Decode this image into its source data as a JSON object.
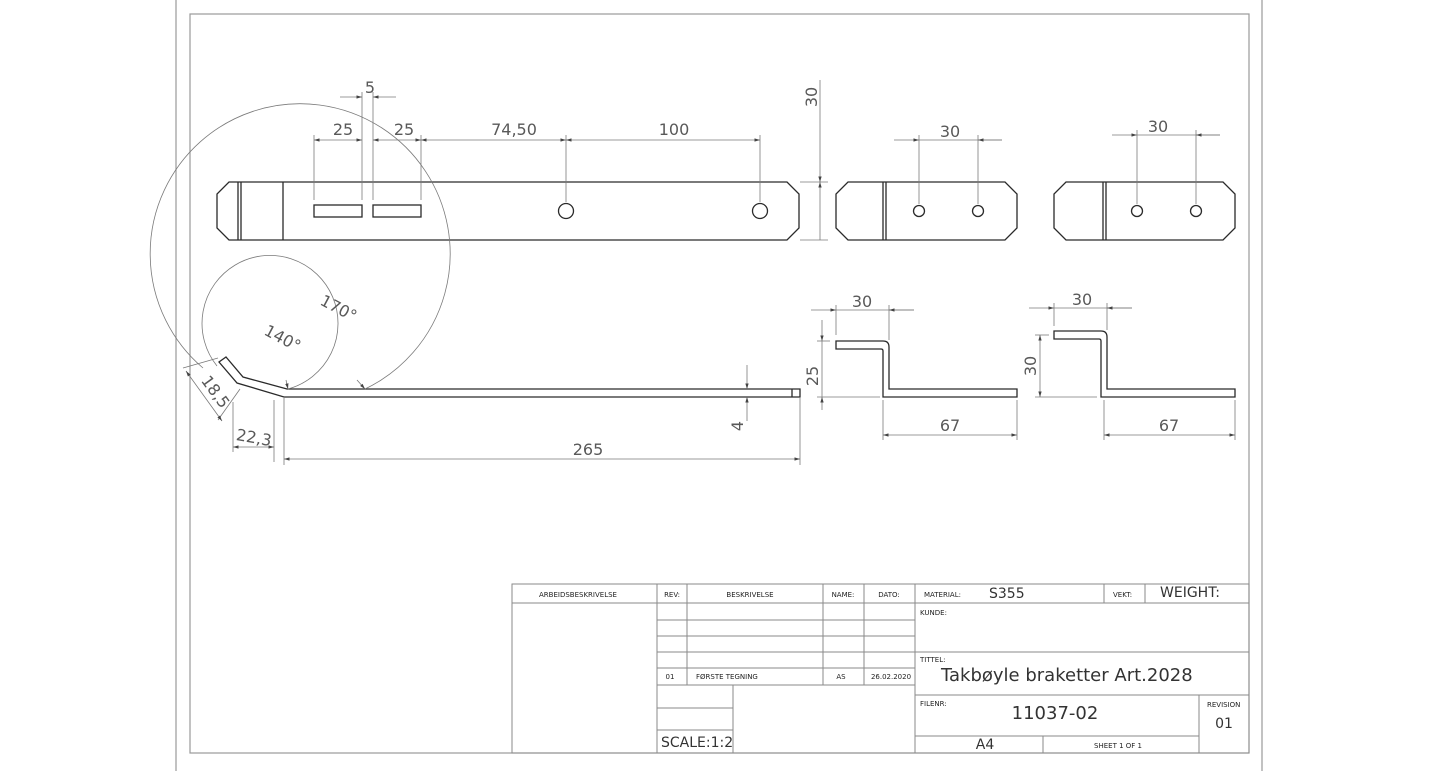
{
  "dimensions": {
    "slot_gap": "5",
    "slot1_width": "25",
    "slot2_width": "25",
    "hole1_pos": "74,50",
    "hole2_pos": "100",
    "height": "30",
    "mid_hole_spacing": "30",
    "right_hole_spacing": "30",
    "angle_outer": "170°",
    "angle_inner": "140°",
    "bend_length": "18,5",
    "bend_offset": "22,3",
    "total_length": "265",
    "thickness": "4",
    "mid_z_top": "30",
    "mid_z_height": "25",
    "mid_z_base": "67",
    "right_z_top": "30",
    "right_z_height": "30",
    "right_z_base": "67"
  },
  "title_block": {
    "work_desc_label": "ARBEIDSBESKRIVELSE",
    "rev_label": "REV:",
    "desc_label": "BESKRIVELSE",
    "name_label": "NAME:",
    "date_label": "DATO:",
    "rev_row": {
      "rev": "01",
      "desc": "FØRSTE TEGNING",
      "name": "AS",
      "date": "26.02.2020"
    },
    "scale": "SCALE:1:2",
    "material_label": "MATERIAL:",
    "material": "S355",
    "weight_label": "VEKT:",
    "weight": "WEIGHT:",
    "customer_label": "KUNDE:",
    "title_label": "TITTEL:",
    "title": "Takbøyle braketter Art.2028",
    "file_label": "FILENR:",
    "file_number": "11037-02",
    "revision_label": "REVISION",
    "revision": "01",
    "paper_size": "A4",
    "sheet": "SHEET 1 OF 1"
  }
}
